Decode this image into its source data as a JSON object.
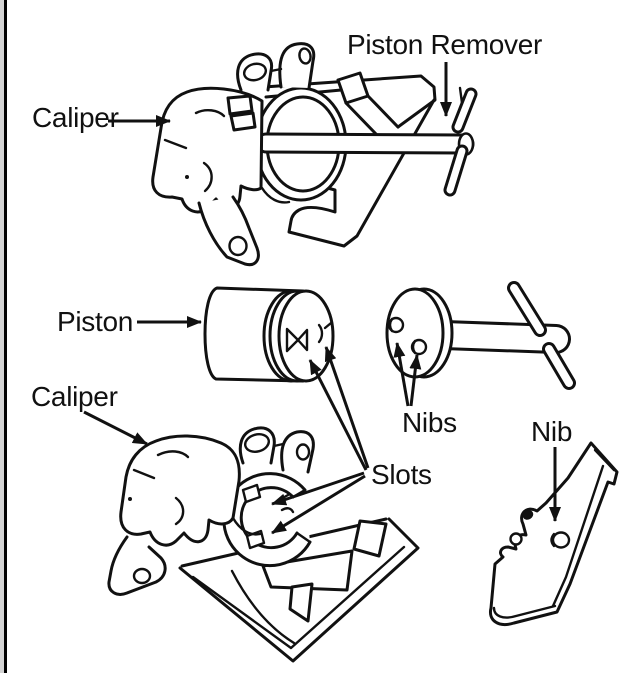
{
  "figure": {
    "title": "Brake caliper piston removal diagram",
    "background_color": "#ffffff",
    "line_color": "#111111",
    "left_border_strip_color": "#d3d3d3",
    "left_border_line_color": "#000000"
  },
  "labels": {
    "caliper_top": "Caliper",
    "piston_remover": "Piston Remover",
    "piston": "Piston",
    "caliper_bottom": "Caliper",
    "nibs": "Nibs",
    "nib": "Nib",
    "slots": "Slots"
  }
}
